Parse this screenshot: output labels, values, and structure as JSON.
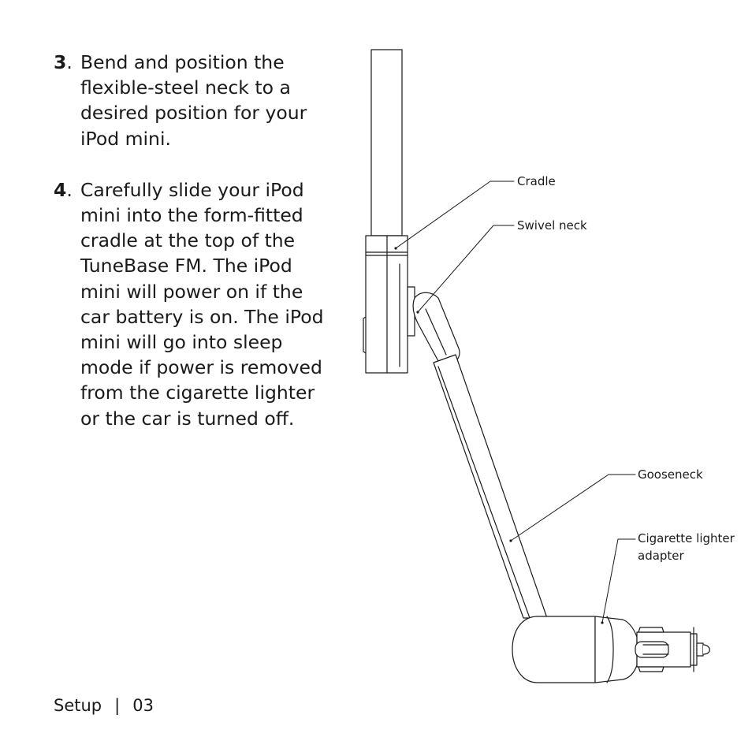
{
  "steps": [
    {
      "number": "3",
      "suffix": ".",
      "lines": [
        "Bend and position the",
        "flexible-steel neck to a",
        "desired position for your",
        "iPod mini."
      ]
    },
    {
      "number": "4",
      "suffix": ".",
      "lines": [
        "Carefully slide your iPod",
        "mini into the form-fitted",
        "cradle at the top of the",
        "TuneBase FM. The iPod",
        "mini will power on if the",
        "car battery is on. The iPod",
        "mini will go into sleep",
        "mode if power is removed",
        "from the cigarette lighter",
        "or the car is turned off."
      ]
    }
  ],
  "callouts": {
    "cradle": "Cradle",
    "swivel_neck": "Swivel neck",
    "gooseneck": "Gooseneck",
    "adapter_line1": "Cigarette lighter",
    "adapter_line2": "adapter"
  },
  "footer": {
    "section": "Setup",
    "separator": "|",
    "page": "03"
  }
}
